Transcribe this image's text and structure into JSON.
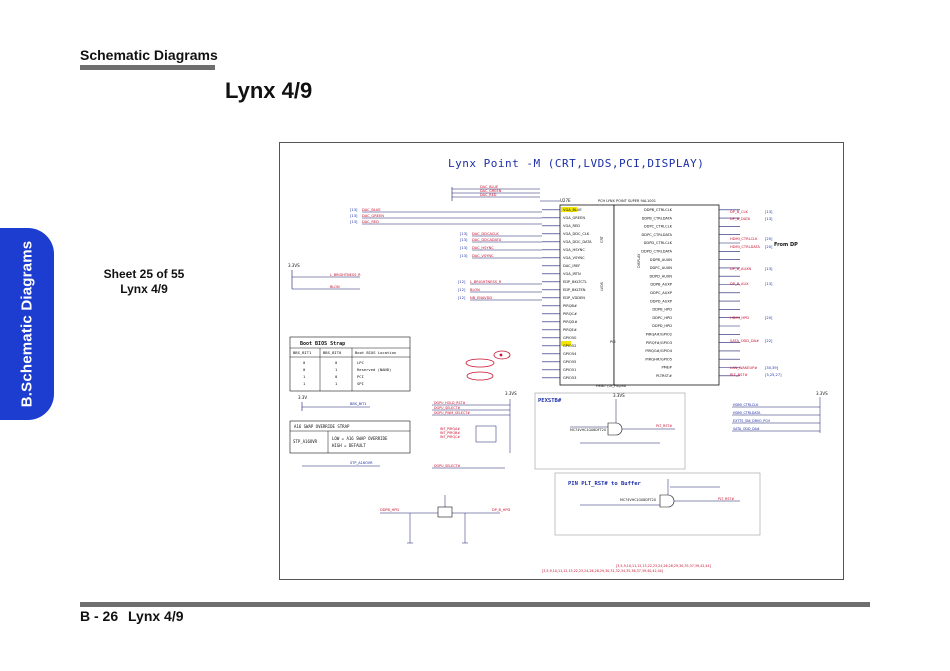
{
  "header": {
    "section_title": "Schematic  Diagrams"
  },
  "page_title": "Lynx 4/9",
  "side_tab": {
    "label": "B.Schematic Diagrams",
    "color": "#1c3dd0"
  },
  "sheet": {
    "line1": "Sheet 25 of 55",
    "line2": "Lynx 4/9"
  },
  "schematic": {
    "title": "Lynx Point -M (CRT,LVDS,PCI,DISPLAY)",
    "chip_ref": "U27E",
    "chip_name": "PCH LYNX POINT SUPER 9AL1001",
    "chip_part": "HM87 (OI_Fdgmb",
    "left_pins": [
      "VGA_BLUE",
      "VGA_GREEN",
      "VGA_RED",
      "VGA_DDC_CLK",
      "VGA_DDC_DATA",
      "VGA_HSYNC",
      "VGA_VSYNC",
      "DAC_IREF",
      "VGA_IRTN",
      "EDP_BKLTCTL",
      "EDP_BKLTEN",
      "EDP_VDDEN",
      "PIRQB#",
      "PIRQC#",
      "PIRQD#",
      "PIRQE#",
      "GPIO50",
      "GPIO52",
      "GPIO54",
      "GPIO55",
      "GPIO51",
      "GPIO53"
    ],
    "right_pins": [
      "DDPB_CTRLCLK",
      "DDPB_CTRLDATA",
      "DDPC_CTRLCLK",
      "DDPC_CTRLDATA",
      "DDPD_CTRLCLK",
      "DDPD_CTRLDATA",
      "DDPB_AUXN",
      "DDPC_AUXN",
      "DDPD_AUXN",
      "DDPB_AUXP",
      "DDPC_AUXP",
      "DDPD_AUXP",
      "DDPB_HPD",
      "DDPC_HPD",
      "DDPD_HPD",
      "PIRQA#/GPIO2",
      "PIRQF#/GPIO3",
      "PIRQG#/GPIO4",
      "PIRQH#/GPIO5",
      "PME#",
      "PLTRST#"
    ],
    "left_nets": [
      {
        "tag": "[13]",
        "name": "DAC_BLUE"
      },
      {
        "tag": "[13]",
        "name": "DAC_GREEN"
      },
      {
        "tag": "[13]",
        "name": "DAC_RED"
      },
      {
        "tag": "[13]",
        "name": "DAC_DDCACLK"
      },
      {
        "tag": "[13]",
        "name": "DAC_DDCADATA"
      },
      {
        "tag": "[13]",
        "name": "DAC_HSYNC"
      },
      {
        "tag": "[13]",
        "name": "DAC_VSYNC"
      },
      {
        "tag": "[12]",
        "name": "L_BRIGHTNESS_R"
      },
      {
        "tag": "[12]",
        "name": "BLON"
      },
      {
        "tag": "[12]",
        "name": "NB_ENAVDD"
      }
    ],
    "right_nets": [
      {
        "name": "DP_B_CLK",
        "tag": "[13]"
      },
      {
        "name": "DP_B_DATA",
        "tag": "[13]"
      },
      {
        "name": "HDMI_CTRLCLK",
        "tag": "[20]"
      },
      {
        "name": "HDMI_CTRLDATA",
        "tag": "[20]"
      },
      {
        "name": "DP_B_AUXN",
        "tag": "[13]"
      },
      {
        "name": "DP_B_AUX",
        "tag": "[13]"
      },
      {
        "name": "HDMI_HPD",
        "tag": "[20]"
      },
      {
        "name": "SATA_ODD_DA#",
        "tag": "[22]"
      },
      {
        "name": "LAN_WAKEUP#",
        "tag": "[30,39]"
      },
      {
        "name": "PLT_RST#",
        "tag": "[3,25,27]"
      }
    ],
    "from_dp": "From DP",
    "bios_strap": {
      "title": "Boot BIOS Strap",
      "headers": [
        "BBS_BIT1",
        "BBS_BIT0",
        "Boot BIOS Location"
      ],
      "rows": [
        [
          "0",
          "0",
          "LPC"
        ],
        [
          "0",
          "1",
          "Reserved (NAND)"
        ],
        [
          "1",
          "0",
          "PCI"
        ],
        [
          "1",
          "1",
          "SPI"
        ]
      ]
    },
    "a16_strap": {
      "title": "A16 SWAP OVERRIDE STRAP",
      "pin": "STP_A16OVR",
      "desc1": "LOW = A16 SWAP OVERRIDE",
      "desc2": "HIGH = DEFAULT"
    },
    "pex_block": {
      "title": "PEXSTB#",
      "part": "MC74VHC1G08DFT2G"
    },
    "plt_block": {
      "title": "PIN PLT_RST# to Buffer",
      "part": "MC74VHC1G08DFT2G"
    },
    "power_labels": [
      "3.3VS",
      "3.3V",
      "3.3VS",
      "3.3VS",
      "3.3VS"
    ],
    "bottom_refs": [
      "[3,5,9,10,11,12,13,22,23,24,26,28,29,30,31,32,34,35,36,37,39,40,42,44]"
    ]
  },
  "footer": {
    "page_num": "B - 26",
    "page_name": "Lynx 4/9"
  },
  "colors": {
    "net_red": "#c8102e",
    "net_blue": "#1d2fa8",
    "wire": "#1a1a6e",
    "pin_black": "#111"
  }
}
